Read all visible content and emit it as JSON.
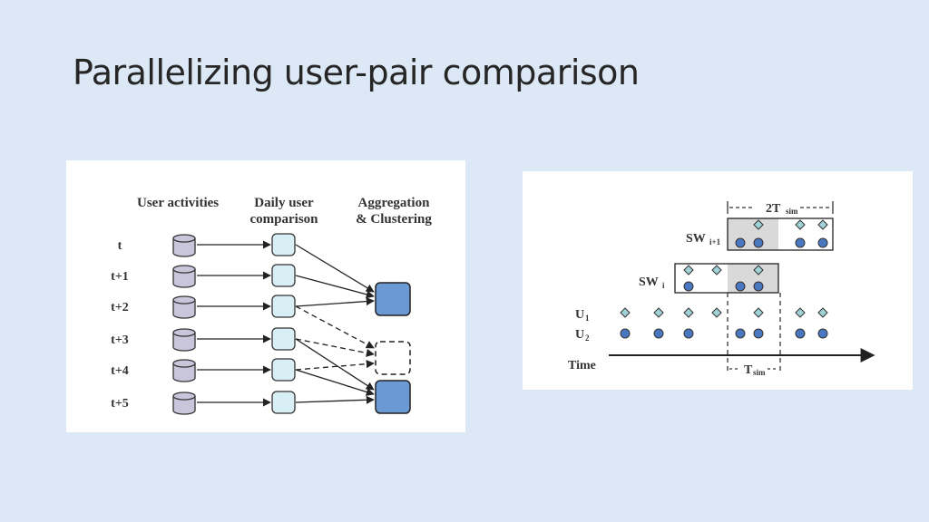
{
  "slide": {
    "title": "Parallelizing user-pair comparison"
  },
  "left_figure": {
    "headers": {
      "col1": "User activities",
      "col2_line1": "Daily user",
      "col2_line2": "comparison",
      "col3_line1": "Aggregation",
      "col3_line2": "& Clustering"
    },
    "rows": [
      "t",
      "t+1",
      "t+2",
      "t+3",
      "t+4",
      "t+5"
    ],
    "colors": {
      "db": "#c9c6dc",
      "compare": "#d8f0f5",
      "cluster": "#6a99d3"
    }
  },
  "right_figure": {
    "span_label": "2T",
    "span_sub": "sim",
    "window_next": "SW",
    "window_next_sub": "i+1",
    "window_cur": "SW",
    "window_cur_sub": "i",
    "u1": "U",
    "u1_sub": "1",
    "u2": "U",
    "u2_sub": "2",
    "time_label": "Time",
    "tsim_label": "T",
    "tsim_sub": "sim",
    "colors": {
      "diamond": "#9fd3d6",
      "circle": "#4a78c0",
      "shade": "#d9d9d9"
    }
  }
}
